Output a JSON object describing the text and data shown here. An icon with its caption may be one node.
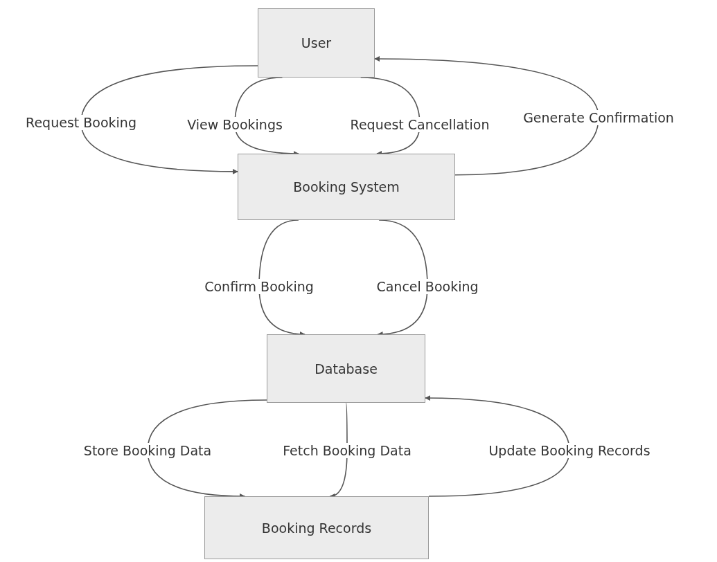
{
  "diagram": {
    "nodes": [
      {
        "text": [
          "User"
        ]
      },
      {
        "text": [
          "Booking System"
        ]
      },
      {
        "text": [
          "Database"
        ]
      },
      {
        "text": [
          "Booking Records"
        ]
      }
    ],
    "edges": [
      {
        "from": 0,
        "to": 1,
        "arrow": "to",
        "label": "Request Booking"
      },
      {
        "from": 0,
        "to": 1,
        "arrow": "to",
        "label": "View Bookings"
      },
      {
        "from": 0,
        "to": 1,
        "arrow": "to",
        "label": "Request Cancellation"
      },
      {
        "from": 1,
        "to": 0,
        "arrow": "to",
        "label": "Generate Confirmation"
      },
      {
        "from": 1,
        "to": 2,
        "arrow": "to",
        "label": "Confirm Booking"
      },
      {
        "from": 1,
        "to": 2,
        "arrow": "to",
        "label": "Cancel Booking"
      },
      {
        "from": 2,
        "to": 3,
        "arrow": "to",
        "label": "Store Booking Data"
      },
      {
        "from": 2,
        "to": 3,
        "arrow": "to",
        "label": "Fetch Booking Data"
      },
      {
        "from": 3,
        "to": 2,
        "arrow": "to",
        "label": "Update Booking Records"
      }
    ]
  }
}
